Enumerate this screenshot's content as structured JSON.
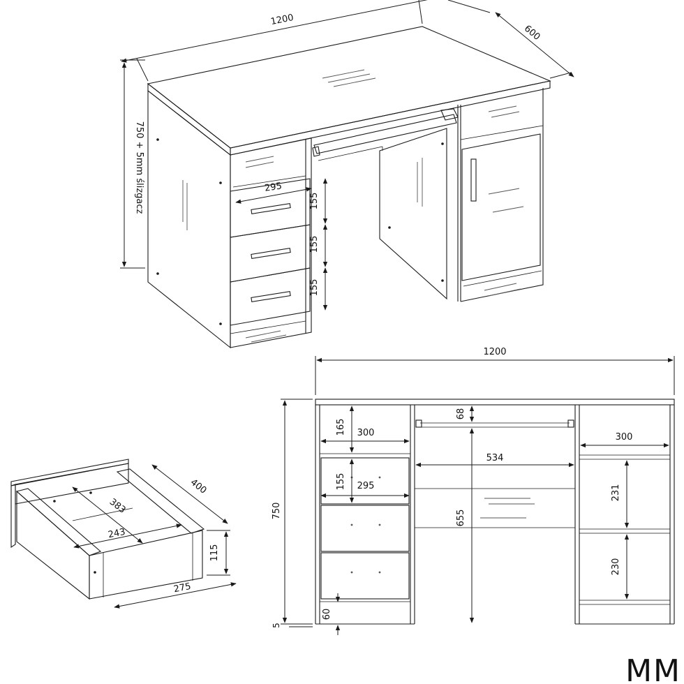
{
  "colors": {
    "line": "#1a1a1a",
    "background": "#ffffff"
  },
  "iso": {
    "width": "1200",
    "depth": "600",
    "height": "750 + 5mm ślizgacz",
    "shelf_width": "295",
    "drawer_h1": "155",
    "drawer_h2": "155",
    "drawer_h3": "155"
  },
  "drawer": {
    "depth": "400",
    "inner_depth": "383",
    "inner_width": "243",
    "height": "115",
    "width": "275"
  },
  "front": {
    "width": "1200",
    "height": "750",
    "left_niche_h": "165",
    "left_niche_w": "300",
    "drawer_h": "155",
    "drawer_w": "295",
    "kb_gap": "68",
    "kb_width": "534",
    "knee_h": "655",
    "right_niche_w": "300",
    "right_upper_h": "231",
    "right_lower_h": "230",
    "plinth_h": "60",
    "glide_h": "5"
  },
  "brand": {
    "text": "MM"
  }
}
